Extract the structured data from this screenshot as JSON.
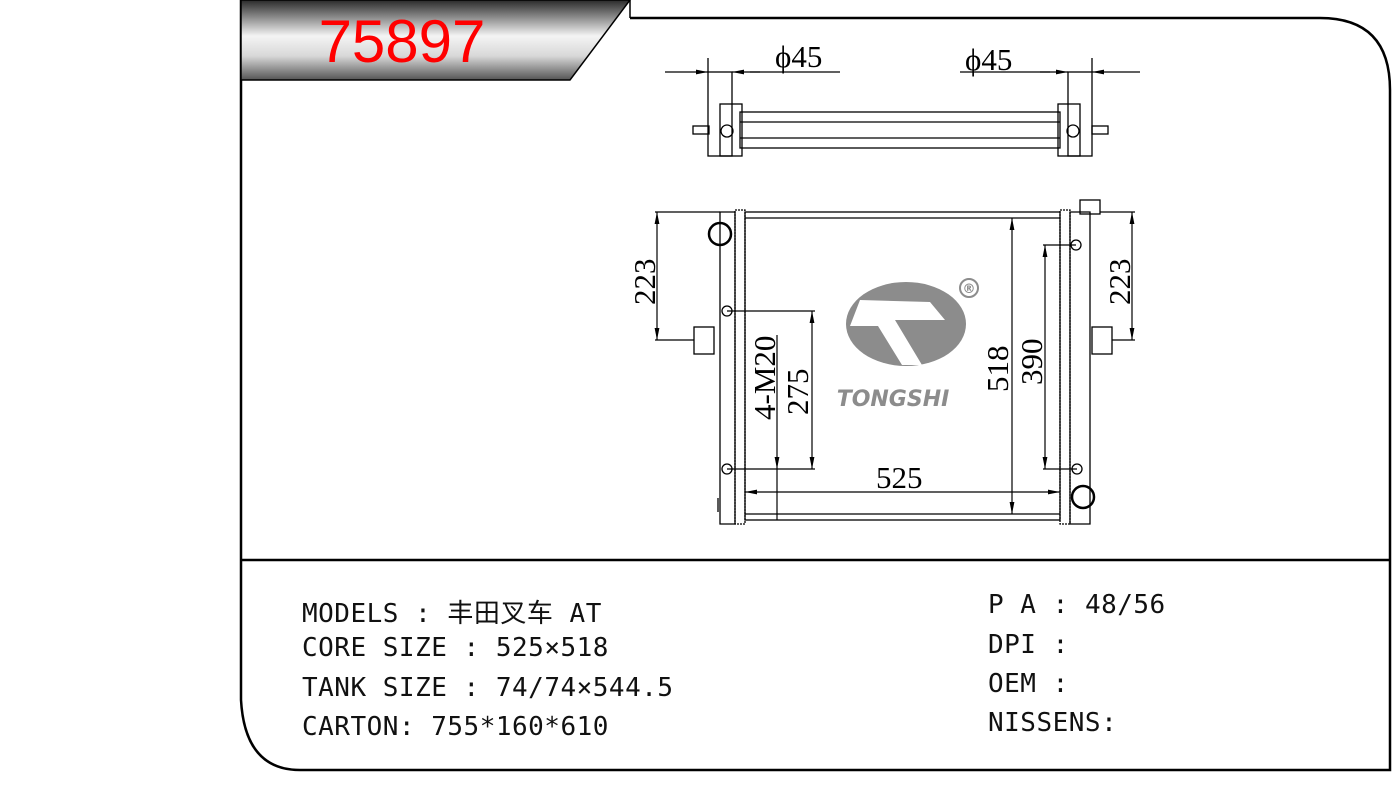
{
  "part_number": "75897",
  "brand": {
    "name": "TONGSHI",
    "registered_mark": "®"
  },
  "dimensions": {
    "inlet_diameter": "ϕ45",
    "outlet_diameter": "ϕ45",
    "left_height": "223",
    "right_height": "223",
    "mount_thread": "4-M20",
    "mount_spacing": "275",
    "core_height": "518",
    "bracket_spacing": "390",
    "core_width": "525"
  },
  "specs_left": [
    {
      "label": "MODELS",
      "sep": " : ",
      "value": "丰田叉车 AT"
    },
    {
      "label": "CORE SIZE",
      "sep": " : ",
      "value": "525×518"
    },
    {
      "label": "TANK SIZE",
      "sep": " : ",
      "value": "74/74×544.5"
    },
    {
      "label": "CARTON",
      "sep": ": ",
      "value": "755*160*610"
    }
  ],
  "specs_right": [
    {
      "label": "P A",
      "sep": " : ",
      "value": "48/56"
    },
    {
      "label": "DPI",
      "sep": " : ",
      "value": ""
    },
    {
      "label": "OEM",
      "sep": " : ",
      "value": ""
    },
    {
      "label": "NISSENS",
      "sep": ":",
      "value": ""
    }
  ],
  "colors": {
    "part_number": "#ff0000",
    "logo": "#8c8c8c"
  }
}
